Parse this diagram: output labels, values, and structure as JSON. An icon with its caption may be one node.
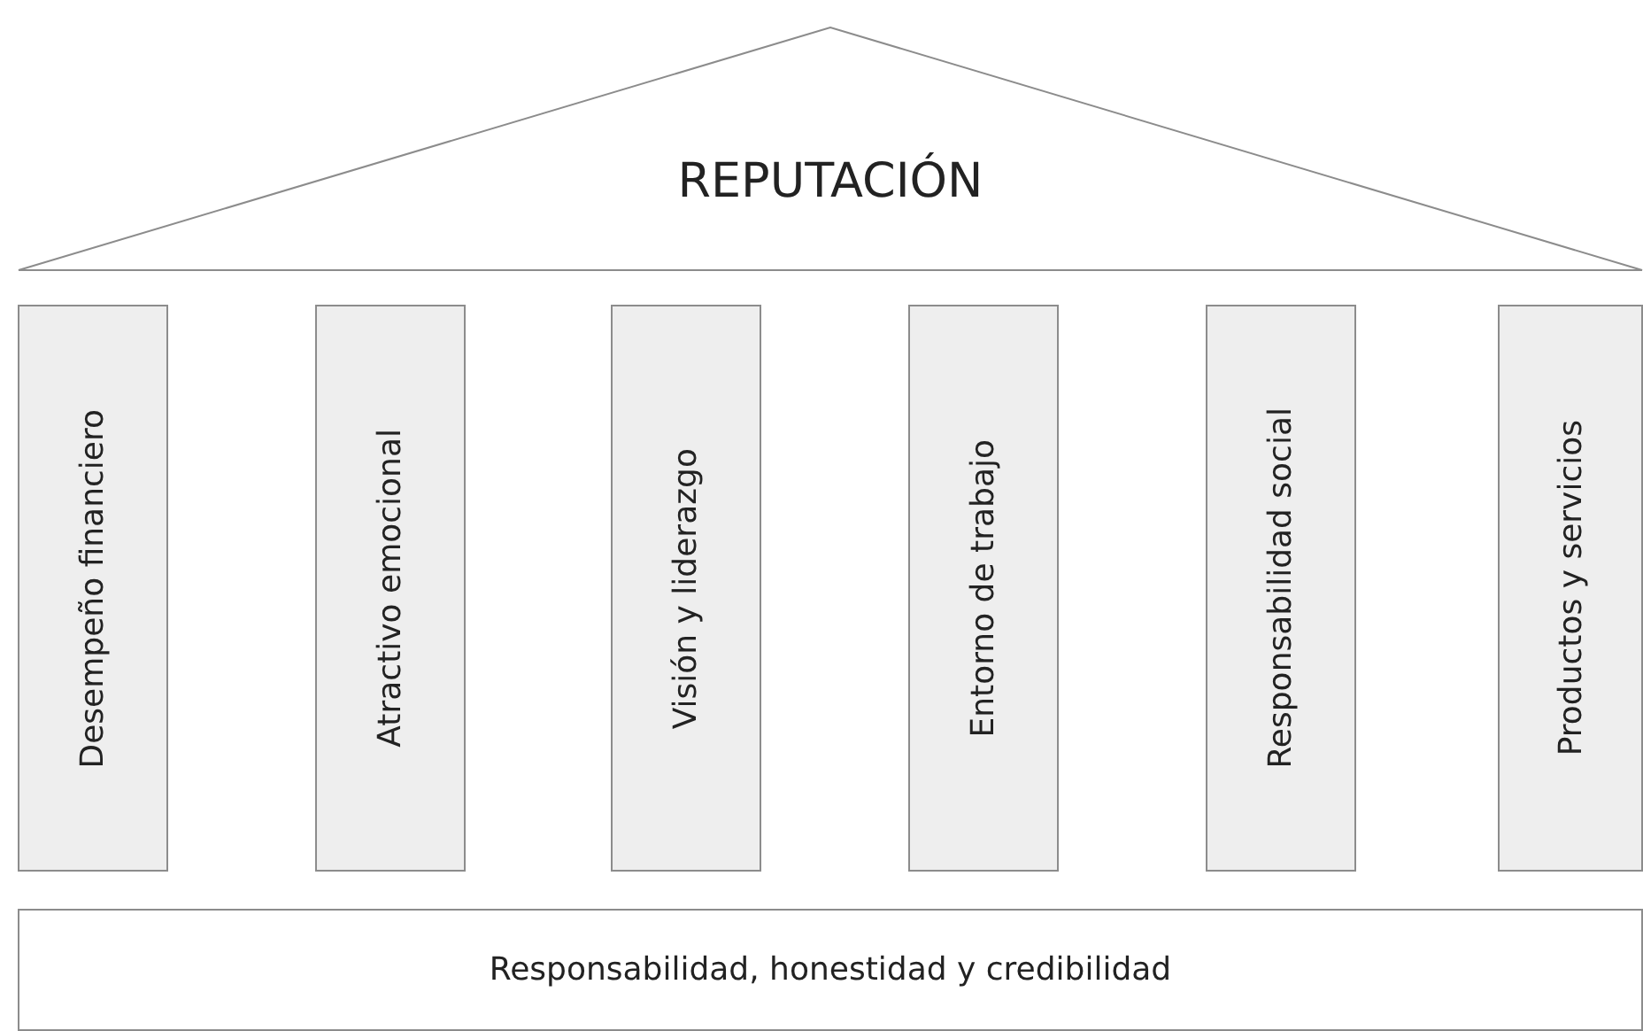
{
  "diagram": {
    "nodes": [
      {
        "text": [
          "REPUTACIÓN"
        ]
      },
      {
        "text": [
          "Desempeño financiero"
        ]
      },
      {
        "text": [
          "Atractivo emocional"
        ]
      },
      {
        "text": [
          "Visión y liderazgo"
        ]
      },
      {
        "text": [
          "Entorno de trabajo"
        ]
      },
      {
        "text": [
          "Responsabilidad social"
        ]
      },
      {
        "text": [
          "Productos y servicios"
        ]
      },
      {
        "text": [
          "Responsabilidad, honestidad y credibilidad"
        ]
      }
    ]
  }
}
